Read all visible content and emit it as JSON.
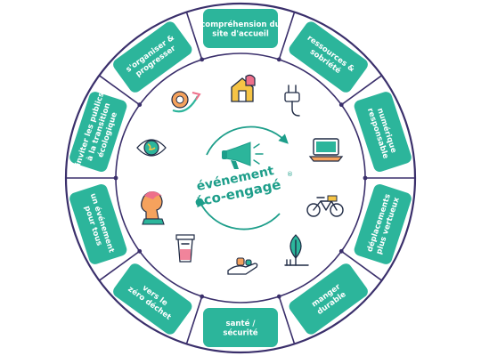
{
  "center": {
    "brand_line1": "événement",
    "brand_line2": "éco-engagé",
    "registered_mark": "®"
  },
  "segments": [
    {
      "lines": [
        "compréhension du",
        "site d'accueil"
      ],
      "icon": "house-shop-icon"
    },
    {
      "lines": [
        "ressources &",
        "sobriété"
      ],
      "icon": "electric-plug-icon"
    },
    {
      "lines": [
        "numérique",
        "responsable"
      ],
      "icon": "laptop-icon"
    },
    {
      "lines": [
        "déplacements",
        "plus vertueux"
      ],
      "icon": "bicycle-icon"
    },
    {
      "lines": [
        "manger",
        "durable"
      ],
      "icon": "plant-fork-icon"
    },
    {
      "lines": [
        "santé /",
        "sécurité"
      ],
      "icon": "hand-care-icon"
    },
    {
      "lines": [
        "vers le",
        "zéro déchet"
      ],
      "icon": "jar-icon"
    },
    {
      "lines": [
        "un événement",
        "pour tous"
      ],
      "icon": "person-profile-icon"
    },
    {
      "lines": [
        "inviter les publics",
        "à la transition",
        "écologique"
      ],
      "icon": "eye-globe-icon"
    },
    {
      "lines": [
        "s'organiser &",
        "progresser"
      ],
      "icon": "progress-arrow-icon"
    }
  ],
  "colors": {
    "teal": "#2cb59b",
    "teal_dark": "#1d9e8a",
    "outline": "#3a2f6b",
    "ink": "#1f2a44",
    "accent_orange": "#f5a25d",
    "accent_pink": "#ee6f8a",
    "accent_yellow": "#f6c445"
  }
}
